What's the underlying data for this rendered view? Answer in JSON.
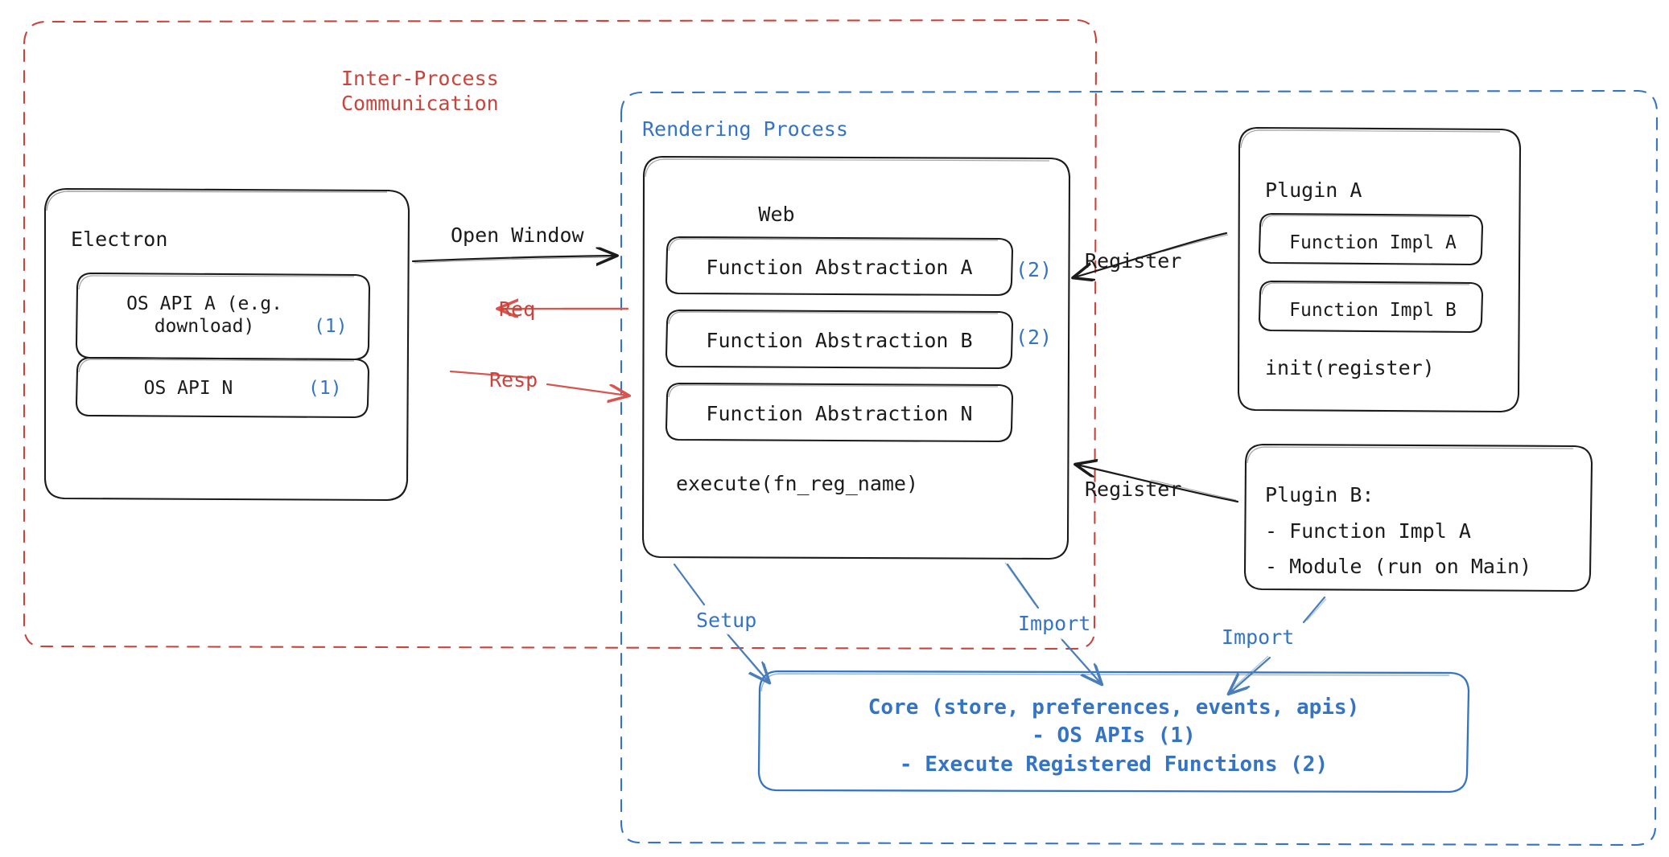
{
  "diagram": {
    "title_hidden": "",
    "containers": [
      {
        "id": "ipc",
        "label": "Inter-Process\nCommunication",
        "color": "#c9443c",
        "style": "dashed"
      },
      {
        "id": "rendering",
        "label": "Rendering Process",
        "color": "#3574c4",
        "style": "dashed"
      }
    ],
    "ipc": {
      "label_line1": "Inter-Process",
      "label_line2": "Communication"
    },
    "rendering": {
      "label": "Rendering Process"
    },
    "electron": {
      "title": "Electron",
      "items": [
        {
          "label": "OS API A (e.g.\ndownload)",
          "line1": "OS API A (e.g.",
          "line2": "download)",
          "marker": "(1)"
        },
        {
          "label": "OS API N",
          "line1": "OS API N",
          "line2": "",
          "marker": "(1)"
        }
      ]
    },
    "web": {
      "title": "Web",
      "items": [
        {
          "label": "Function Abstraction A",
          "marker": "(2)"
        },
        {
          "label": "Function Abstraction B",
          "marker": "(2)"
        },
        {
          "label": "Function Abstraction N",
          "marker": ""
        }
      ],
      "footer": "execute(fn_reg_name)"
    },
    "plugin_a": {
      "title": "Plugin A",
      "items": [
        {
          "label": "Function Impl A"
        },
        {
          "label": "Function Impl B"
        }
      ],
      "footer": "init(register)"
    },
    "plugin_b": {
      "title": "Plugin B:",
      "lines": [
        "- Function Impl A",
        "- Module (run on Main)"
      ]
    },
    "core": {
      "line1": "Core (store, preferences, events, apis)",
      "line2": "- OS APIs (1)",
      "line3": "- Execute Registered Functions (2)"
    },
    "edges": [
      {
        "id": "open-window",
        "label": "Open Window",
        "color": "#1b1b1b"
      },
      {
        "id": "req",
        "label": "Req",
        "color": "#c9443c"
      },
      {
        "id": "resp",
        "label": "Resp",
        "color": "#c9443c"
      },
      {
        "id": "register-a",
        "label": "Register",
        "color": "#1b1b1b"
      },
      {
        "id": "register-b",
        "label": "Register",
        "color": "#1b1b1b"
      },
      {
        "id": "setup",
        "label": "Setup",
        "color": "#3574c4"
      },
      {
        "id": "import-web",
        "label": "Import",
        "color": "#3574c4"
      },
      {
        "id": "import-plugin",
        "label": "Import",
        "color": "#3574c4"
      }
    ],
    "colors": {
      "red": "#c9443c",
      "blue": "#3574c4",
      "core_blue": "#3574c4",
      "ink": "#1b1b1b",
      "background": "#ffffff"
    }
  }
}
